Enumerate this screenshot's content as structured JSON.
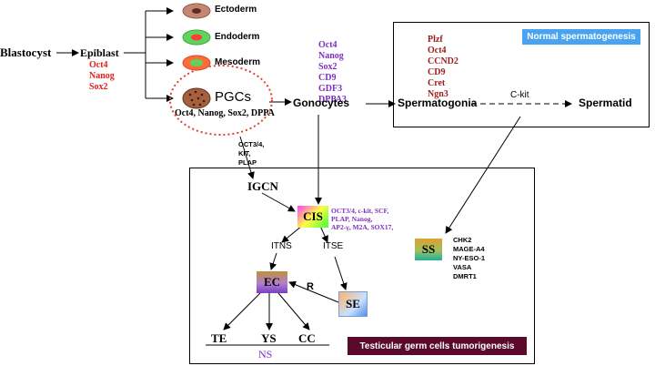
{
  "left": {
    "blastocyst": "Blastocyst",
    "epiblast": "Epiblast",
    "epiblast_markers": [
      "Oct4",
      "Nanog",
      "Sox2"
    ],
    "ectoderm": "Ectoderm",
    "endoderm": "Endoderm",
    "mesoderm": "Mesoderm",
    "pgcs": "PGCs",
    "pgcs_markers": "Oct4, Nanog, Sox2, DPPA",
    "pgc_transition_markers": [
      "OCT3/4,",
      "KIT,",
      "PLAP"
    ]
  },
  "gonocytes": {
    "label": "Gonocytes",
    "markers": [
      "Oct4",
      "Nanog",
      "Sox2",
      "CD9",
      "GDF3",
      "DPPA3"
    ]
  },
  "normal": {
    "title": "Normal spermatogenesis",
    "markers": [
      "Plzf",
      "Oct4",
      "CCND2",
      "CD9",
      "Cret",
      "Ngn3"
    ],
    "spermatogonia": "Spermatogonia",
    "ckit": "C-kit",
    "spermatid": "Spermatid"
  },
  "tumor": {
    "title": "Testicular germ cells tumorigenesis",
    "igcn": "IGCN",
    "cis": "CIS",
    "cis_markers": [
      "OCT3/4, c-kit, SCF,",
      "PLAP, Nanog,",
      "AP2-γ, M2A, SOX17,"
    ],
    "itns": "ITNS",
    "itse": "ITSE",
    "ec": "EC",
    "se": "SE",
    "r": "R",
    "te": "TE",
    "ys": "YS",
    "cc": "CC",
    "ns": "NS",
    "ss": "SS",
    "ss_markers": [
      "CHK2",
      "MAGE-A4",
      "NY-ESO-1",
      "VASA",
      "DMRT1"
    ]
  },
  "colors": {
    "red": "#e0201b",
    "dark_red": "#9b1c1c",
    "purple": "#7b2fbe",
    "banner_blue": "#4aa3f0",
    "banner_maroon": "#5a0b2b",
    "pgc_ellipse": "#e0402b"
  }
}
